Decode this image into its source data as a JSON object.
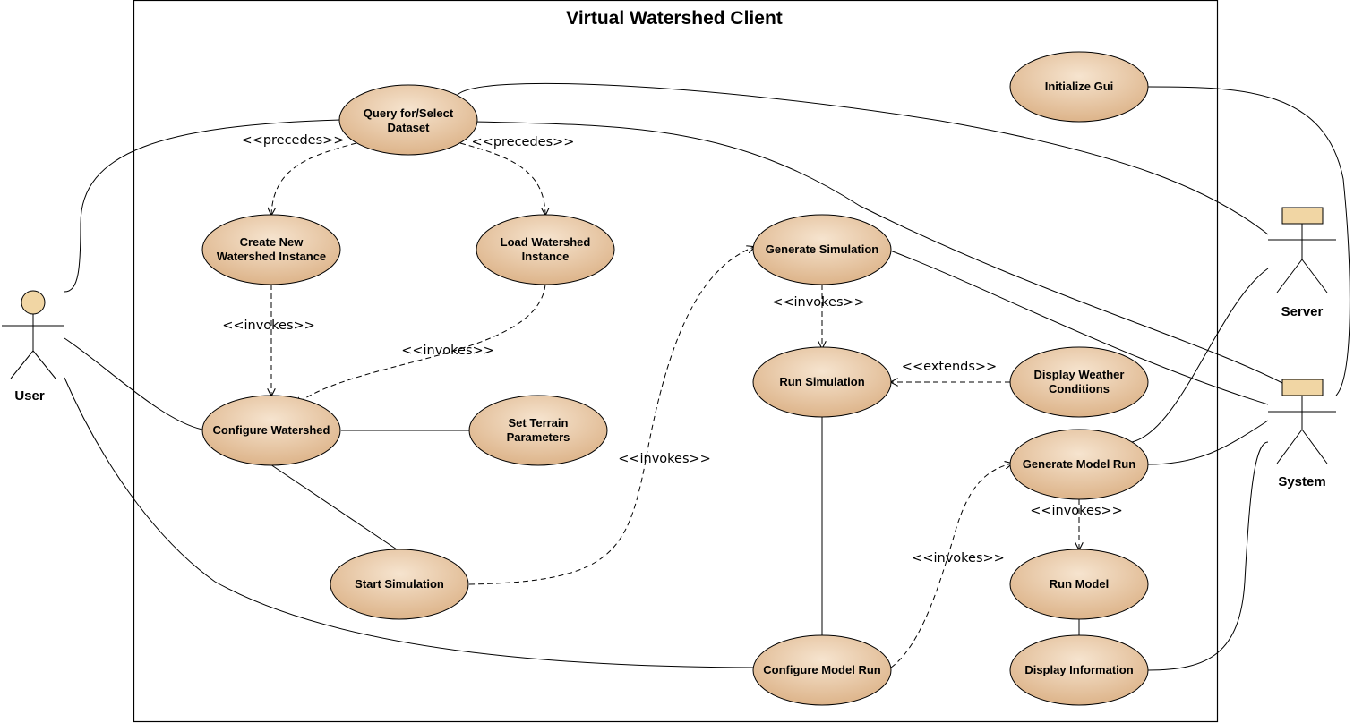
{
  "diagram": {
    "title": "Virtual Watershed Client",
    "colors": {
      "usecase_fill_light": "#f6e4cf",
      "usecase_fill_dark": "#ddb48a",
      "actor_fill": "#f1d6a4",
      "line": "#000000"
    },
    "actors": {
      "user": "User",
      "server": "Server",
      "system": "System"
    },
    "use_cases": {
      "query": [
        "Query for/Select",
        "Dataset"
      ],
      "create": [
        "Create New",
        "Watershed Instance"
      ],
      "load": [
        "Load Watershed",
        "Instance"
      ],
      "configure": [
        "Configure Watershed"
      ],
      "terrain": [
        "Set Terrain",
        "Parameters"
      ],
      "start": [
        "Start Simulation"
      ],
      "generate_sim": [
        "Generate Simulation"
      ],
      "run_sim": [
        "Run Simulation"
      ],
      "weather": [
        "Display Weather",
        "Conditions"
      ],
      "init_gui": [
        "Initialize Gui"
      ],
      "gen_model": [
        "Generate Model Run"
      ],
      "run_model": [
        "Run Model"
      ],
      "config_model": [
        "Configure Model Run"
      ],
      "display_info": [
        "Display Information"
      ]
    },
    "stereotypes": {
      "precedes_left": "<<precedes>>",
      "precedes_right": "<<precedes>>",
      "invokes_create": "<<invokes>>",
      "invokes_load": "<<invokes>>",
      "invokes_start": "<<invokes>>",
      "invokes_gensim": "<<invokes>>",
      "extends_weather": "<<extends>>",
      "invokes_genmodel": "<<invokes>>",
      "invokes_configmodel": "<<invokes>>"
    }
  }
}
